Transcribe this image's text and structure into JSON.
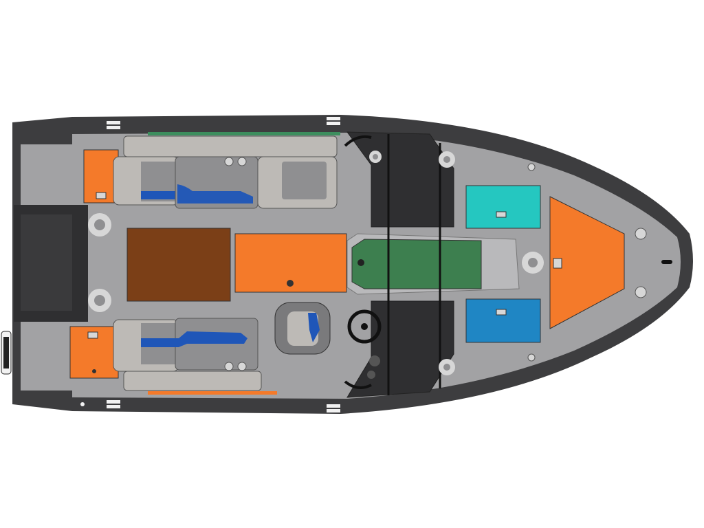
{
  "diagram": {
    "subject": "boat-deck-layout",
    "colors": {
      "background": "#ffffff",
      "hull": "#3d3d3f",
      "gunwale": "#4a4a4c",
      "deck": "#a2a2a4",
      "deck_light": "#b9b9bb",
      "seat_cushion": "#bdbab6",
      "seat_inner": "#8f8f91",
      "seat_accent": "#1f56b8",
      "console": "#2f2f31",
      "storage_orange": "#f47a2a",
      "storage_brown": "#7b3f17",
      "storage_green": "#3d7f4f",
      "hatch_teal": "#25c7c0",
      "hatch_blue": "#1f86c4",
      "stripe_green": "#3d8e5e",
      "stripe_orange": "#f47a2a",
      "cleat": "#f2f2f2"
    },
    "regions": [
      {
        "name": "port-rear-storage",
        "color": "storage_orange"
      },
      {
        "name": "starboard-rear-storage",
        "color": "storage_orange"
      },
      {
        "name": "rear-center-compartment",
        "color": "storage_brown"
      },
      {
        "name": "center-storage-hatch",
        "color": "storage_orange"
      },
      {
        "name": "walkway-storage",
        "color": "storage_green"
      },
      {
        "name": "port-bow-hatch",
        "color": "hatch_teal"
      },
      {
        "name": "starboard-bow-hatch",
        "color": "hatch_blue"
      },
      {
        "name": "bow-casting-deck",
        "color": "storage_orange"
      }
    ]
  }
}
